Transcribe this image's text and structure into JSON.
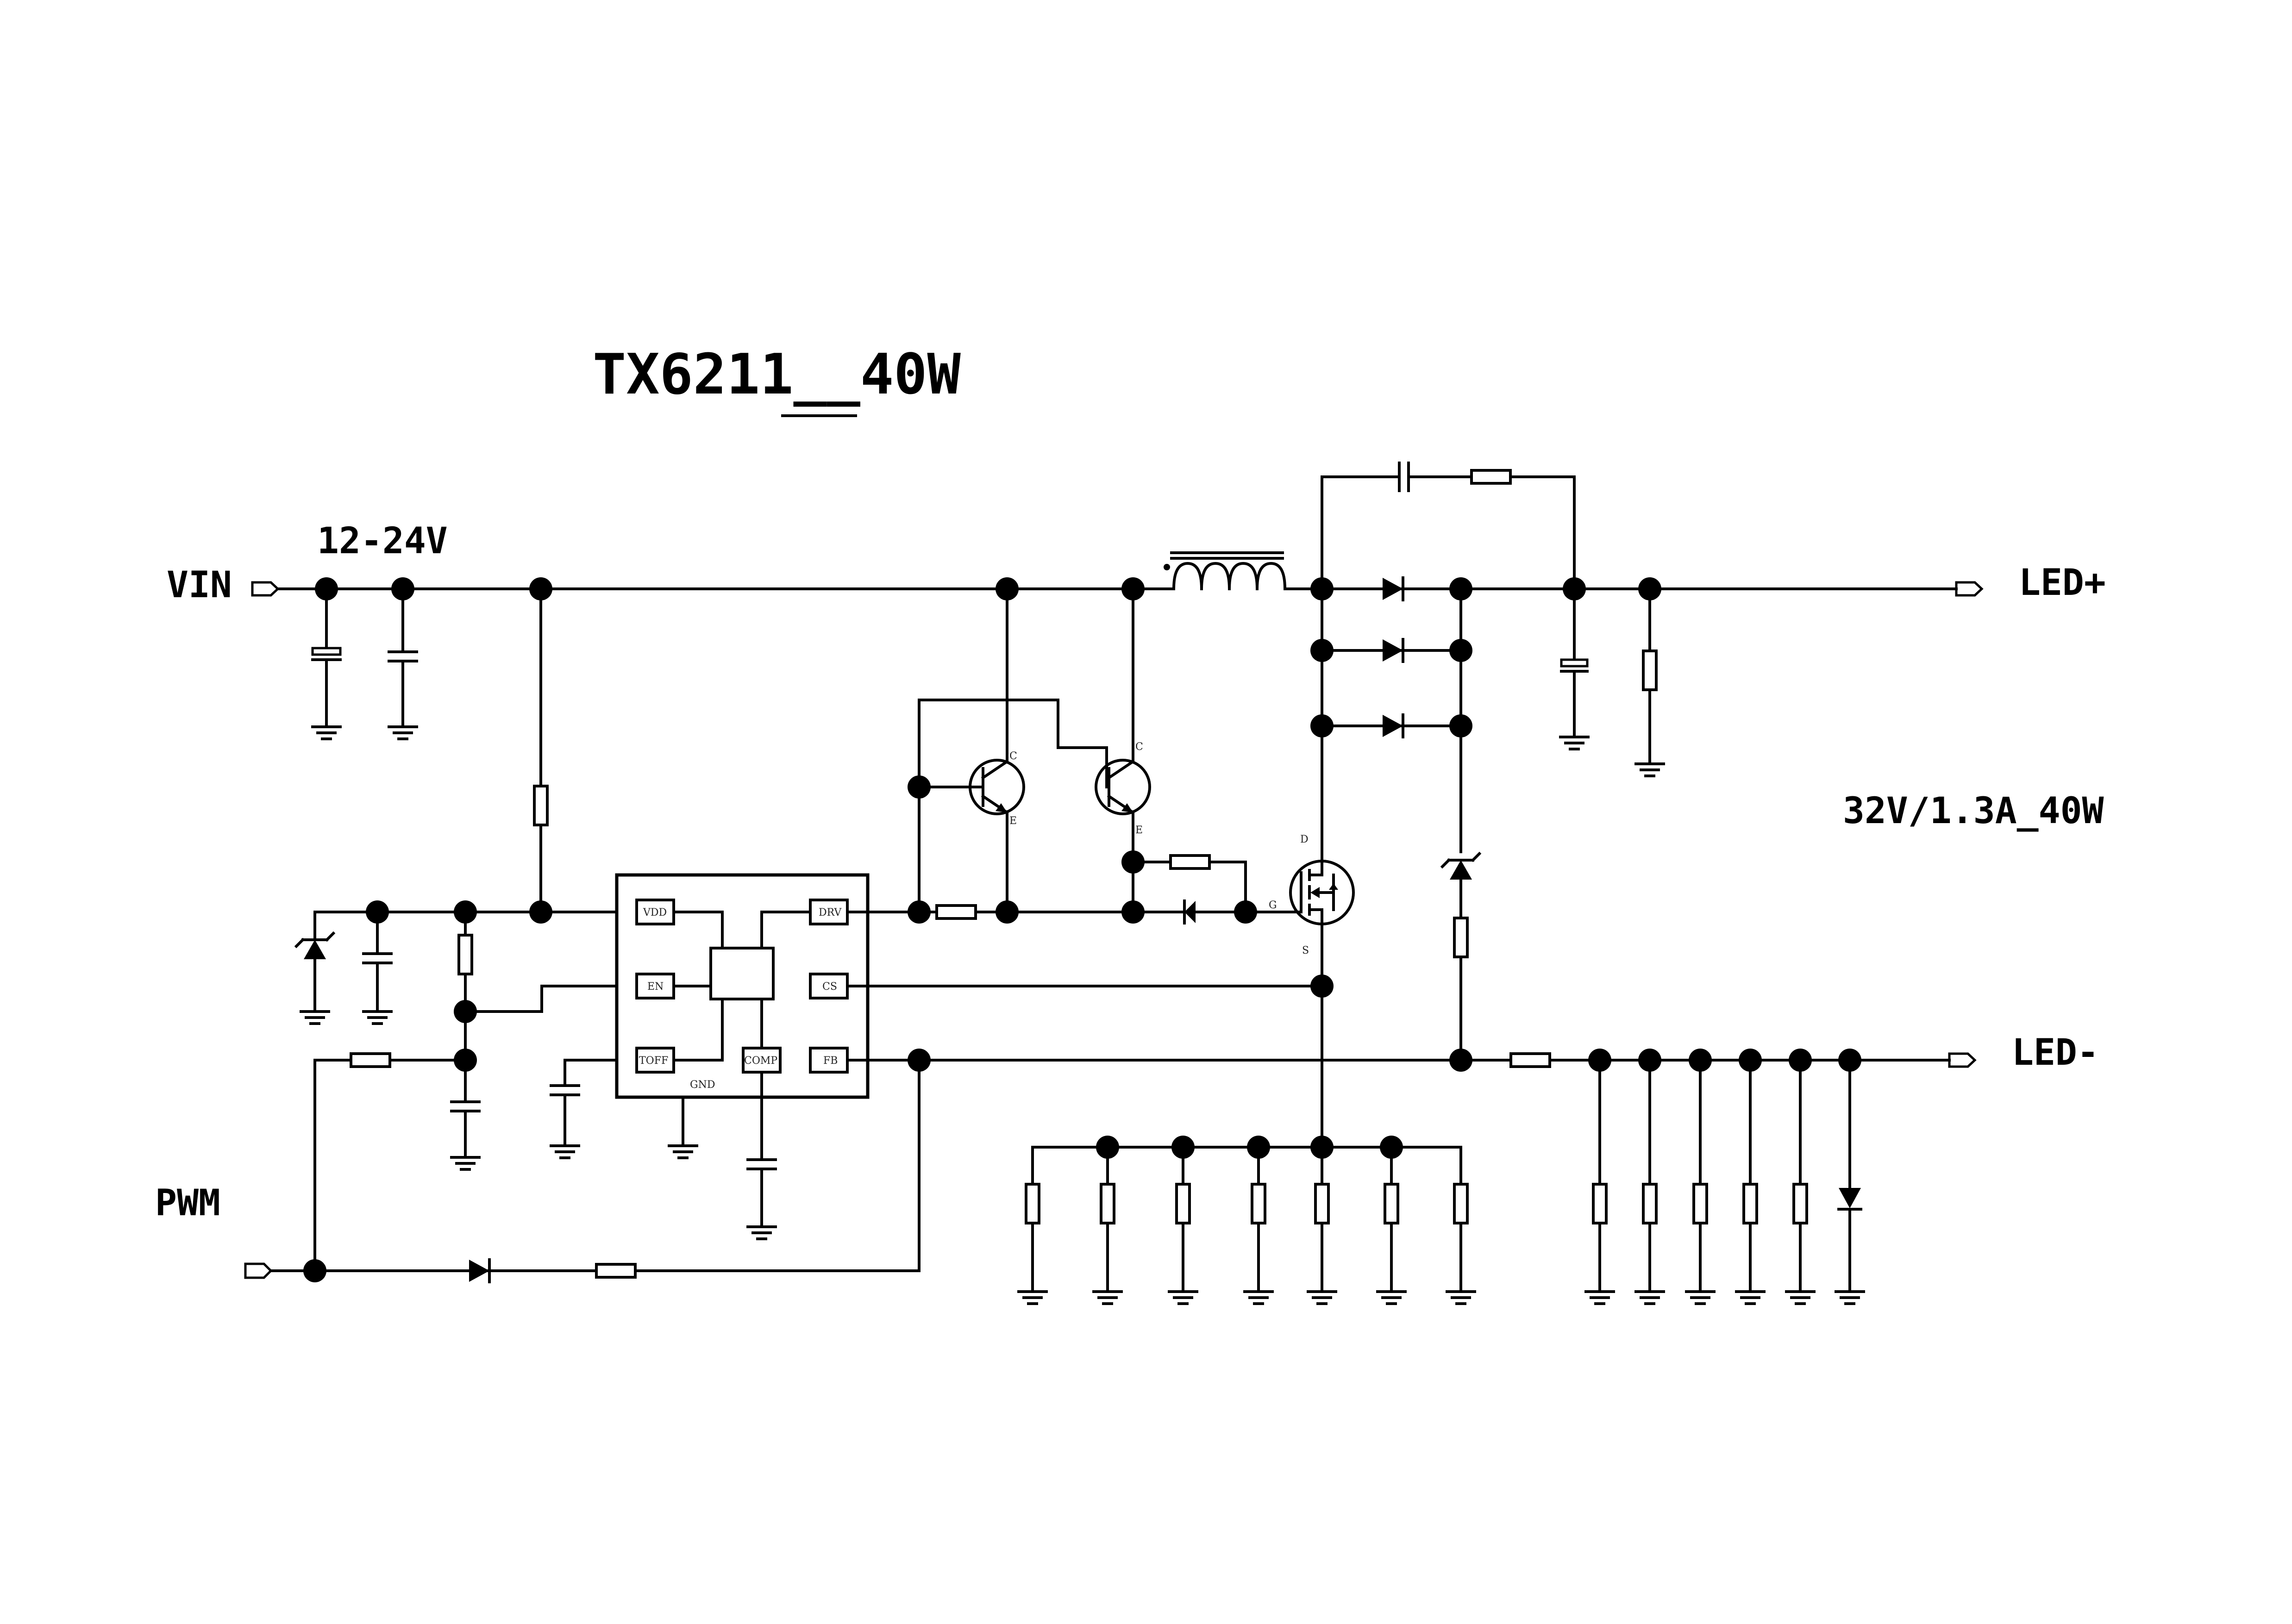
{
  "title": "TX6211__40W",
  "input_range": "12-24V",
  "output_rating": "32V/1.3A_40W",
  "ports": {
    "vin": "VIN",
    "led_plus": "LED+",
    "led_minus": "LED-",
    "pwm": "PWM"
  },
  "ic": {
    "pins": {
      "vdd": "VDD",
      "en": "EN",
      "toff": "TOFF",
      "drv": "DRV",
      "cs": "CS",
      "fb": "FB",
      "comp": "COMP",
      "gnd": "GND"
    }
  },
  "transistor_pins": {
    "c": "C",
    "e": "E"
  },
  "mosfet_pins": {
    "d": "D",
    "g": "G",
    "s": "S"
  }
}
